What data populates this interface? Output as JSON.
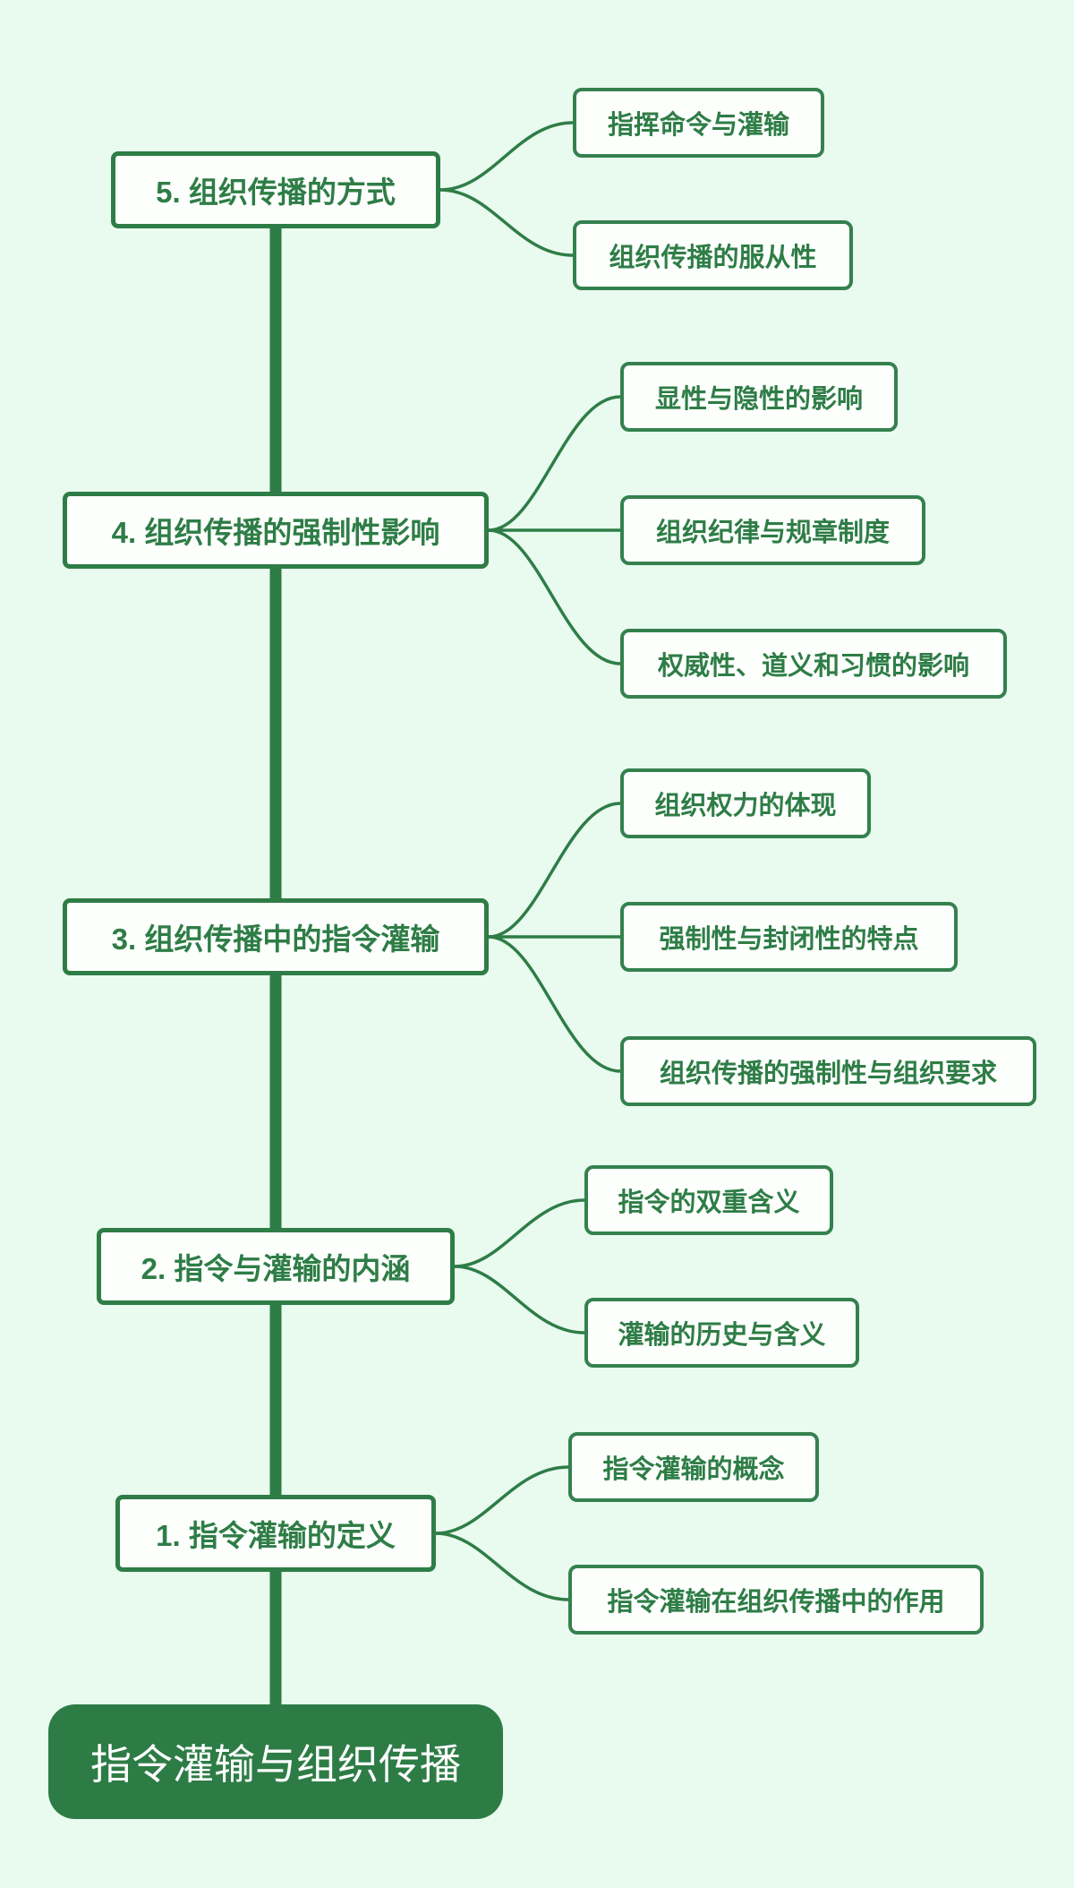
{
  "colors": {
    "background": "#e9faef",
    "accent_green": "#2d7c46",
    "node_border_green": "#2e7d46",
    "child_border_green": "#34814e",
    "node_text_green": "#2e7d46",
    "box_fill": "#fdfffd",
    "title_text": "#ffffff"
  },
  "title": {
    "label": "指令灌输与组织传播"
  },
  "nodes": [
    {
      "label": "5. 组织传播的方式",
      "children": [
        {
          "label": "指挥命令与灌输"
        },
        {
          "label": "组织传播的服从性"
        }
      ]
    },
    {
      "label": "4. 组织传播的强制性影响",
      "children": [
        {
          "label": "显性与隐性的影响"
        },
        {
          "label": "组织纪律与规章制度"
        },
        {
          "label": "权威性、道义和习惯的影响"
        }
      ]
    },
    {
      "label": "3. 组织传播中的指令灌输",
      "children": [
        {
          "label": "组织权力的体现"
        },
        {
          "label": "强制性与封闭性的特点"
        },
        {
          "label": "组织传播的强制性与组织要求"
        }
      ]
    },
    {
      "label": "2. 指令与灌输的内涵",
      "children": [
        {
          "label": "指令的双重含义"
        },
        {
          "label": "灌输的历史与含义"
        }
      ]
    },
    {
      "label": "1. 指令灌输的定义",
      "children": [
        {
          "label": "指令灌输的概念"
        },
        {
          "label": "指令灌输在组织传播中的作用"
        }
      ]
    }
  ]
}
